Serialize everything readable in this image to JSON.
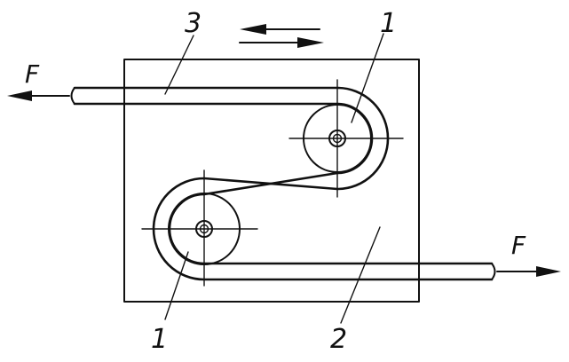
{
  "labels": {
    "force_left": "F",
    "force_right": "F",
    "roller_top": "1",
    "roller_bottom": "1",
    "plate": "2",
    "strip": "3"
  }
}
